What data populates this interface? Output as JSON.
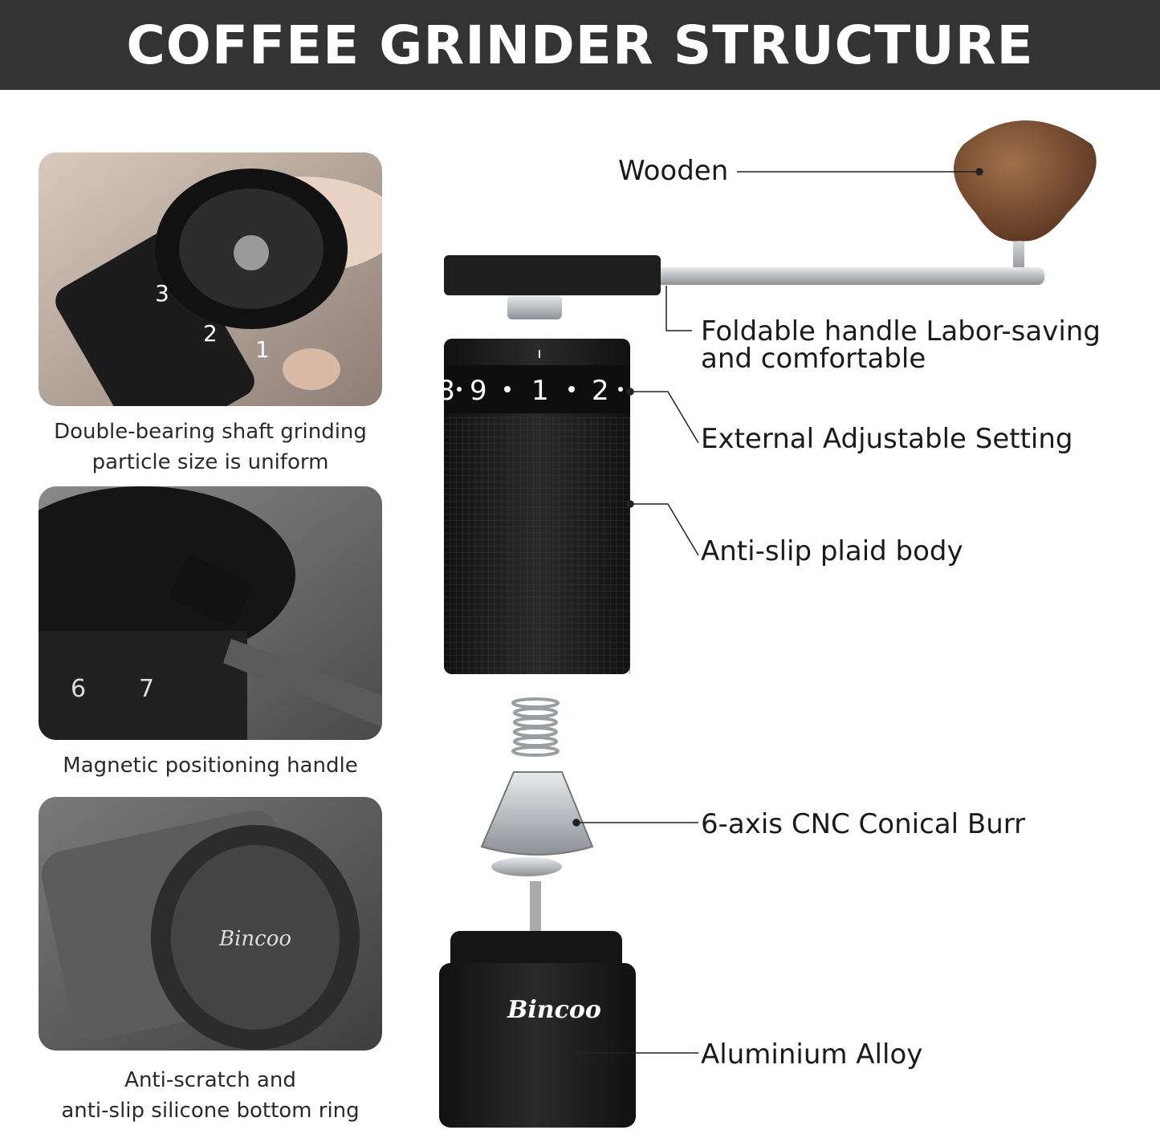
{
  "header": {
    "title": "COFFEE GRINDER STRUCTURE"
  },
  "features": [
    {
      "caption_line1": "Double-bearing shaft grinding",
      "caption_line2": "particle size is uniform"
    },
    {
      "caption_line1": "Magnetic positioning handle",
      "caption_line2": ""
    },
    {
      "caption_line1": "Anti-scratch and",
      "caption_line2": "anti-slip silicone bottom ring"
    }
  ],
  "parts": {
    "wooden": "Wooden",
    "handle_line1": "Foldable handle Labor-saving",
    "handle_line2": "and comfortable",
    "setting": "External Adjustable Setting",
    "body": "Anti-slip plaid body",
    "burr": "6-axis CNC Conical Burr",
    "cup": "Aluminium Alloy"
  },
  "dial_numbers": [
    "8",
    "9",
    "1",
    "2"
  ],
  "photo_dial_numbers": [
    "3",
    "2",
    "1"
  ],
  "photo2_dial_numbers": [
    "6",
    "7"
  ],
  "logo_text": "Bincoo",
  "colors": {
    "header": "#333333",
    "grinder": "#1c1c1c",
    "wood": "#7a4e30",
    "steel": "#b8bcc0"
  }
}
